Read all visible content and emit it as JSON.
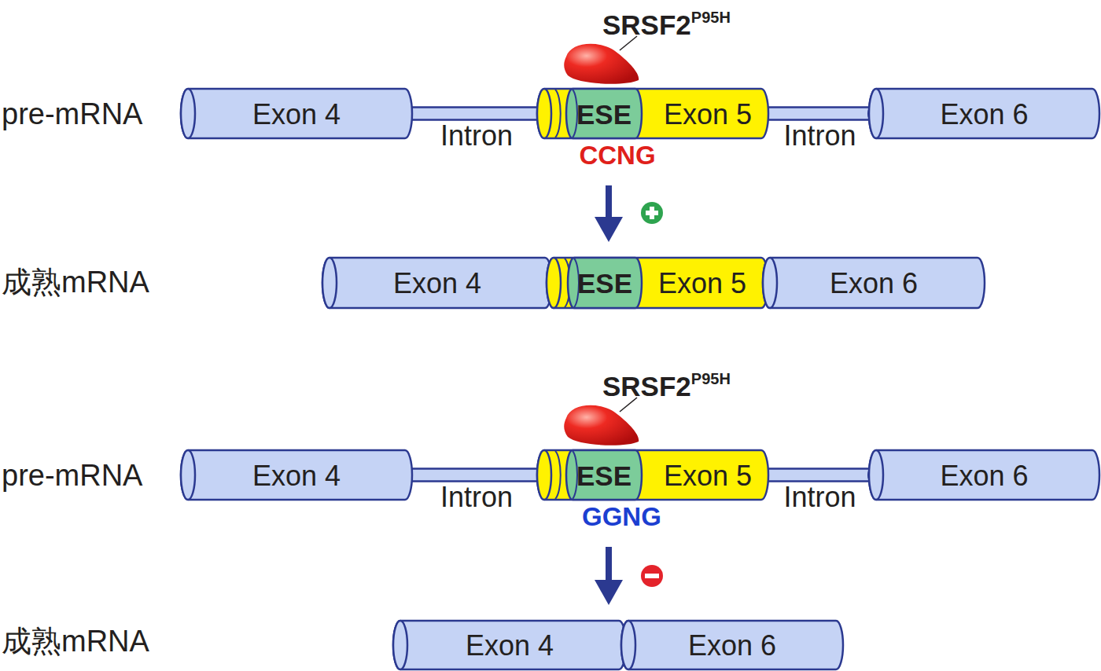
{
  "diagram": {
    "nodes": [
      {
        "text": [
          "SRSF2",
          "P95H"
        ]
      },
      {
        "text": [
          "Exon 4"
        ]
      },
      {
        "text": [
          "Intron"
        ]
      },
      {
        "text": [
          "Exon 5"
        ]
      },
      {
        "text": [
          "ESE"
        ],
        "in": 3
      },
      {
        "text": [
          "Intron"
        ]
      },
      {
        "text": [
          "Exon 6"
        ]
      },
      {
        "text": [
          "Exon 4"
        ]
      },
      {
        "text": [
          "Exon 5"
        ]
      },
      {
        "text": [
          "ESE"
        ],
        "in": 8
      },
      {
        "text": [
          "Exon 6"
        ]
      },
      {
        "text": [
          "SRSF2",
          "P95H"
        ]
      },
      {
        "text": [
          "Exon 4"
        ]
      },
      {
        "text": [
          "Intron"
        ]
      },
      {
        "text": [
          "Exon 5"
        ]
      },
      {
        "text": [
          "ESE"
        ],
        "in": 14
      },
      {
        "text": [
          "Intron"
        ]
      },
      {
        "text": [
          "Exon 6"
        ]
      },
      {
        "text": [
          "Exon 4"
        ]
      },
      {
        "text": [
          "Exon 6"
        ]
      }
    ],
    "edges": [
      {
        "from": 4,
        "to": 9,
        "arrow": "to"
      },
      {
        "from": 15,
        "to": 18,
        "arrow": "to"
      }
    ],
    "labels": [
      "pre-mRNA",
      "CCNG",
      "成熟mRNA",
      "pre-mRNA",
      "GGNG",
      "成熟mRNA"
    ]
  }
}
